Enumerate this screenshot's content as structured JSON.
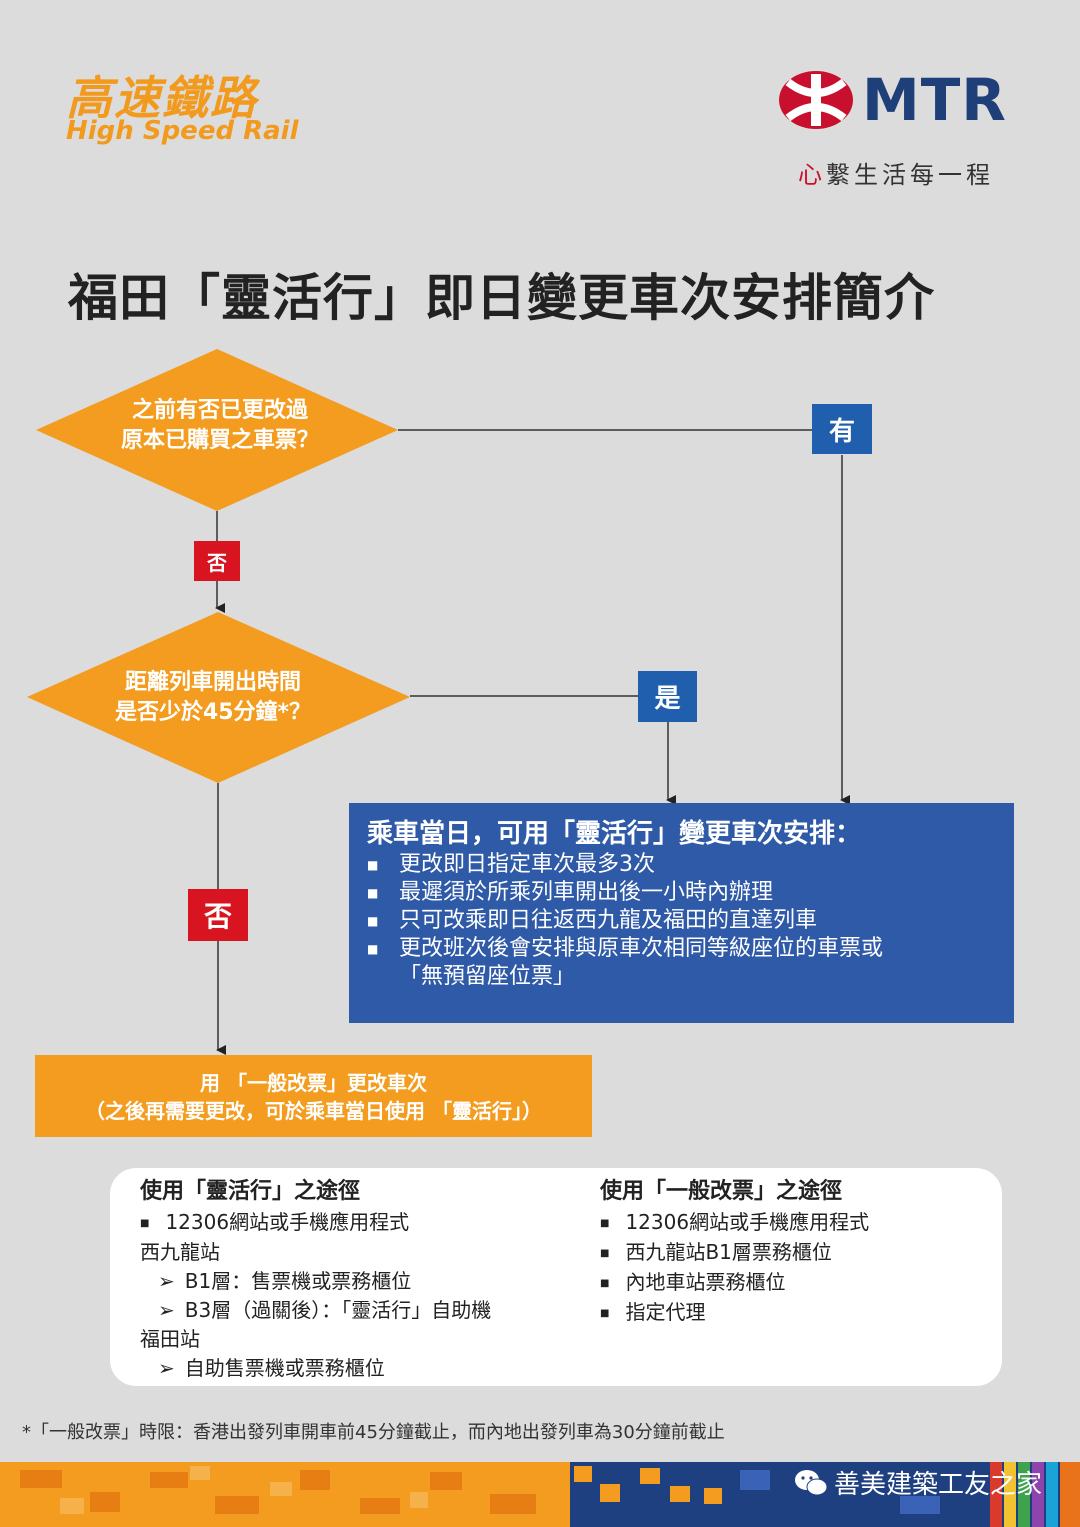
{
  "header": {
    "hsr_cn": "高速鐵路",
    "hsr_en": "High Speed Rail",
    "mtr_brand": "MTR",
    "mtr_slogan_first": "心",
    "mtr_slogan_rest": "繫生活每一程"
  },
  "title": "福田「靈活行」即日變更車次安排簡介",
  "flow": {
    "q1_line1": "之前有否已更改過",
    "q1_line2": "原本已購買之車票？",
    "yes1": "有",
    "no1": "否",
    "q2_line1": "距離列車開出時間",
    "q2_line2": "是否少於45分鐘*？",
    "yes2": "是",
    "no2": "否"
  },
  "flexible": {
    "heading": "乘車當日，可用「靈活行」變更車次安排：",
    "items": [
      "更改即日指定車次最多3次",
      "最遲須於所乘列車開出後一小時內辦理",
      "只可改乘即日往返西九龍及福田的直達列車",
      "更改班次後會安排與原車次相同等級座位的車票或",
      "「無預留座位票」"
    ]
  },
  "general": {
    "line1": "用 「一般改票」更改車次",
    "line2": "（之後再需要更改，可於乘車當日使用 「靈活行」）"
  },
  "channels_flex": {
    "heading": "使用「靈活行」之途徑",
    "online": "12306網站或手機應用程式",
    "wk_station": "西九龍站",
    "wk_b1": "B1層：售票機或票務櫃位",
    "wk_b3": "B3層（過關後）：「靈活行」自助機",
    "ft_station": "福田站",
    "ft_item": "自助售票機或票務櫃位"
  },
  "channels_general": {
    "heading": "使用「一般改票」之途徑",
    "items": [
      "12306網站或手機應用程式",
      "西九龍站B1層票務櫃位",
      "內地車站票務櫃位",
      "指定代理"
    ]
  },
  "footnote": "*「一般改票」時限：香港出發列車開車前45分鐘截止，而內地出發列車為30分鐘前截止",
  "watermark": "善美建築工友之家",
  "colors": {
    "orange": "#f39c1f",
    "blue": "#2f5aa8",
    "tag_blue": "#1f5fae",
    "tag_red": "#d7141f",
    "mtr_red": "#c8102e",
    "mtr_navy": "#1f3f78",
    "background": "#dcdcdc"
  }
}
